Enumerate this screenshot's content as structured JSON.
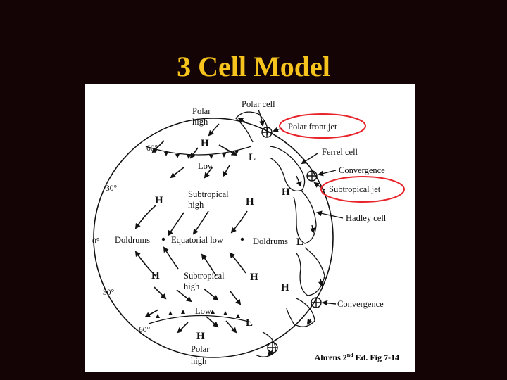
{
  "slide": {
    "title": "3 Cell Model"
  },
  "figure": {
    "labels": {
      "polar_cell": "Polar cell",
      "polar_high_top": "Polar",
      "polar_high_top_2": "high",
      "polar_front_jet": "Polar front jet",
      "ferrel_cell": "Ferrel cell",
      "convergence_top": "Convergence",
      "subtropical_jet": "Subtropical jet",
      "hadley_cell": "Hadley cell",
      "convergence_bottom": "Convergence",
      "lat_60_n": "60°",
      "lat_30_n": "30°",
      "lat_0": "0°",
      "lat_30_s": "30°",
      "lat_60_s": "60°",
      "low_top": "Low",
      "subtropical_high_n": "Subtropical",
      "subtropical_high_n_2": "high",
      "doldrums_left": "Doldrums",
      "equatorial_low": "Equatorial low",
      "doldrums_right": "Doldrums",
      "subtropical_high_s": "Subtropical",
      "subtropical_high_s_2": "high",
      "low_bottom": "Low",
      "polar_high_bottom": "Polar",
      "polar_high_bottom_2": "high"
    },
    "pressure_marks": {
      "h": "H",
      "l": "L"
    },
    "credit": {
      "prefix": "Ahrens 2",
      "sup": "nd",
      "suffix": " Ed. Fig 7-14"
    },
    "highlight_color": "#e8232a"
  }
}
